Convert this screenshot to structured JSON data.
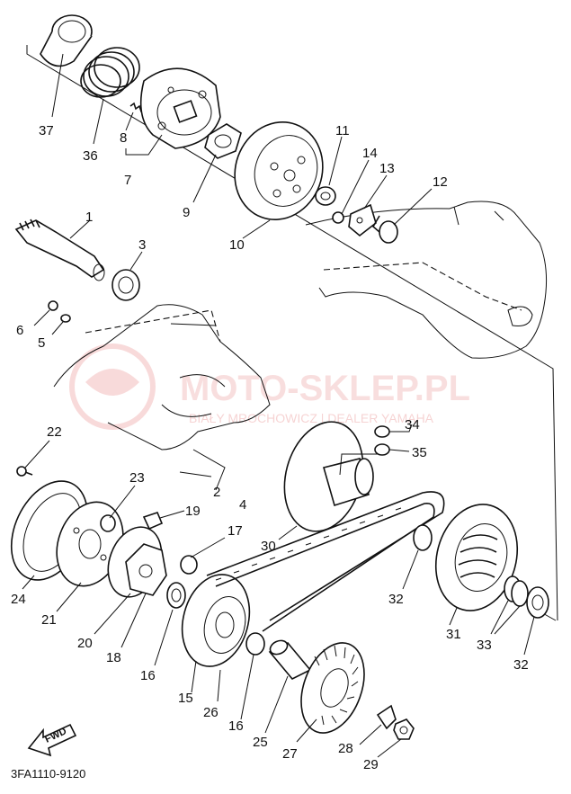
{
  "diagram_code": "3FA1110-9120",
  "fwd_label": "FWD",
  "watermark": {
    "title": "MOTO-SKLEP.PL",
    "subtitle": "BIAŁY MROCHOWICZ | DEALER YAMAHA"
  },
  "callouts": [
    {
      "id": "c1",
      "num": "1"
    },
    {
      "id": "c2",
      "num": "2"
    },
    {
      "id": "c3",
      "num": "3"
    },
    {
      "id": "c4",
      "num": "4"
    },
    {
      "id": "c5",
      "num": "5"
    },
    {
      "id": "c6",
      "num": "6"
    },
    {
      "id": "c7",
      "num": "7"
    },
    {
      "id": "c8",
      "num": "8"
    },
    {
      "id": "c9",
      "num": "9"
    },
    {
      "id": "c10",
      "num": "10"
    },
    {
      "id": "c11",
      "num": "11"
    },
    {
      "id": "c12",
      "num": "12"
    },
    {
      "id": "c13",
      "num": "13"
    },
    {
      "id": "c14",
      "num": "14"
    },
    {
      "id": "c15",
      "num": "15"
    },
    {
      "id": "c16a",
      "num": "16"
    },
    {
      "id": "c16b",
      "num": "16"
    },
    {
      "id": "c17",
      "num": "17"
    },
    {
      "id": "c18",
      "num": "18"
    },
    {
      "id": "c19",
      "num": "19"
    },
    {
      "id": "c20",
      "num": "20"
    },
    {
      "id": "c21",
      "num": "21"
    },
    {
      "id": "c22",
      "num": "22"
    },
    {
      "id": "c23",
      "num": "23"
    },
    {
      "id": "c24",
      "num": "24"
    },
    {
      "id": "c25",
      "num": "25"
    },
    {
      "id": "c26",
      "num": "26"
    },
    {
      "id": "c27",
      "num": "27"
    },
    {
      "id": "c28",
      "num": "28"
    },
    {
      "id": "c29",
      "num": "29"
    },
    {
      "id": "c30",
      "num": "30"
    },
    {
      "id": "c31",
      "num": "31"
    },
    {
      "id": "c32a",
      "num": "32"
    },
    {
      "id": "c32b",
      "num": "32"
    },
    {
      "id": "c33",
      "num": "33"
    },
    {
      "id": "c34",
      "num": "34"
    },
    {
      "id": "c35",
      "num": "35"
    },
    {
      "id": "c36",
      "num": "36"
    },
    {
      "id": "c37",
      "num": "37"
    }
  ]
}
